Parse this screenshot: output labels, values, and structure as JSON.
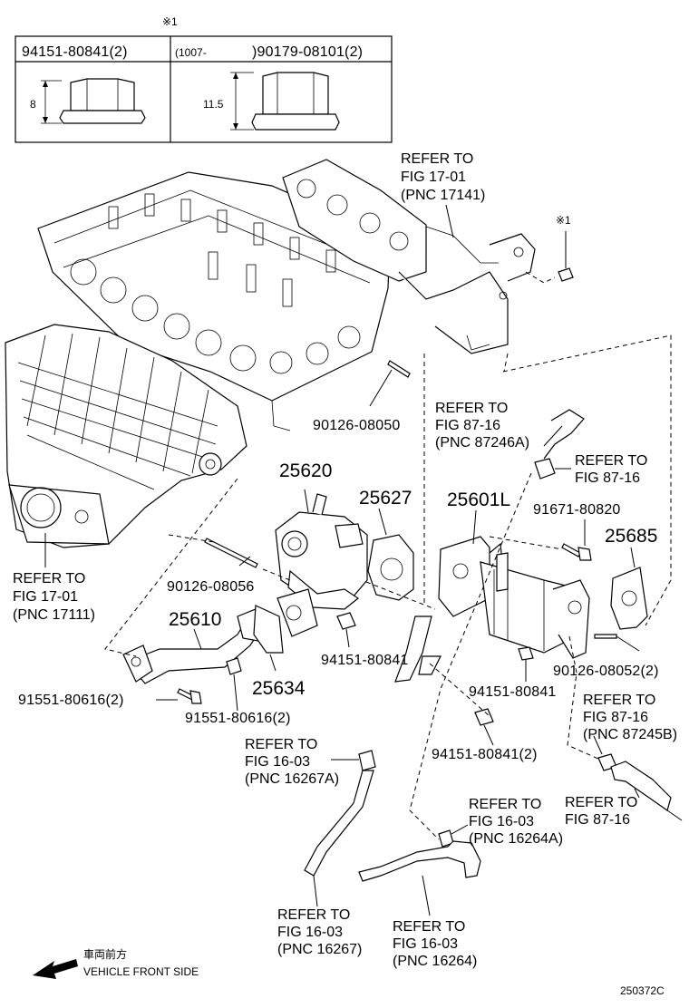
{
  "table": {
    "note_mark": "※1",
    "left_header": "94151-80841(2)",
    "right_header_date": "(1007-",
    "right_header_part": ")90179-08101(2)",
    "left_dim": "8",
    "right_dim": "11.5"
  },
  "labels": {
    "ref_manifold_1": "REFER TO",
    "ref_manifold_2": "FIG 17-01",
    "ref_manifold_3": "(PNC 17141)",
    "note_mark_nut": "※1",
    "pn_90126_08050": "90126-08050",
    "ref_87246_1": "REFER TO",
    "ref_87246_2": "FIG 87-16",
    "ref_87246_3": "(PNC 87246A)",
    "ref_8716_top_1": "REFER TO",
    "ref_8716_top_2": "FIG 87-16",
    "pn_25620": "25620",
    "pn_25627": "25627",
    "pn_25601l": "25601L",
    "pn_91671_80820": "91671-80820",
    "pn_25685": "25685",
    "ref_17111_1": "REFER TO",
    "ref_17111_2": "FIG 17-01",
    "ref_17111_3": "(PNC 17111)",
    "pn_90126_08056": "90126-08056",
    "pn_25610": "25610",
    "pn_94151_80841_a": "94151-80841",
    "pn_90126_08052": "90126-08052(2)",
    "pn_25634": "25634",
    "pn_94151_80841_b": "94151-80841",
    "pn_91551_left": "91551-80616(2)",
    "pn_91551_bottom": "91551-80616(2)",
    "ref_87245_1": "REFER TO",
    "ref_87245_2": "FIG 87-16",
    "ref_87245_3": "(PNC 87245B)",
    "ref_16267a_1": "REFER TO",
    "ref_16267a_2": "FIG 16-03",
    "ref_16267a_3": "(PNC 16267A)",
    "pn_94151_80841_c": "94151-80841(2)",
    "ref_8716_bottom_1": "REFER TO",
    "ref_8716_bottom_2": "FIG 87-16",
    "ref_16264a_1": "REFER TO",
    "ref_16264a_2": "FIG 16-03",
    "ref_16264a_3": "(PNC 16264A)",
    "ref_16267_1": "REFER TO",
    "ref_16267_2": "FIG 16-03",
    "ref_16267_3": "(PNC 16267)",
    "ref_16264_1": "REFER TO",
    "ref_16264_2": "FIG 16-03",
    "ref_16264_3": "(PNC 16264)"
  },
  "footer": {
    "front_jp": "車両前方",
    "front_en": "VEHICLE FRONT SIDE",
    "illustration_id": "250372C"
  }
}
